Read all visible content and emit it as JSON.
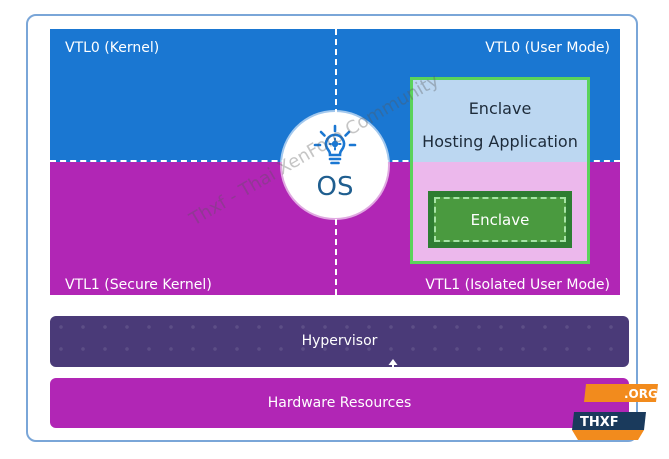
{
  "regions": {
    "vtl0_kernel": "VTL0 (Kernel)",
    "vtl0_user": "VTL0 (User Mode)",
    "vtl1_secure_kernel": "VTL1 (Secure Kernel)",
    "vtl1_isolated_user": "VTL1 (Isolated User Mode)"
  },
  "os": {
    "label": "OS",
    "icon": "lightbulb-gear-icon"
  },
  "host_app": {
    "line1": "Enclave",
    "line2": "Hosting Application"
  },
  "enclave": {
    "label": "Enclave"
  },
  "layers": {
    "hypervisor": "Hypervisor",
    "hardware": "Hardware Resources"
  },
  "watermark": "Thxf - Thai XenForo Community",
  "badge": {
    "brand": "THXF",
    "suffix": ".ORG"
  },
  "colors": {
    "vtl0": "#1a77d2",
    "vtl1": "#b126b5",
    "hypervisor": "#4a3a78",
    "enclave_border": "#5bd35b",
    "enclave_fill": "#2e7d32",
    "badge_orange": "#f28b1d",
    "badge_navy": "#1a3a5c"
  }
}
